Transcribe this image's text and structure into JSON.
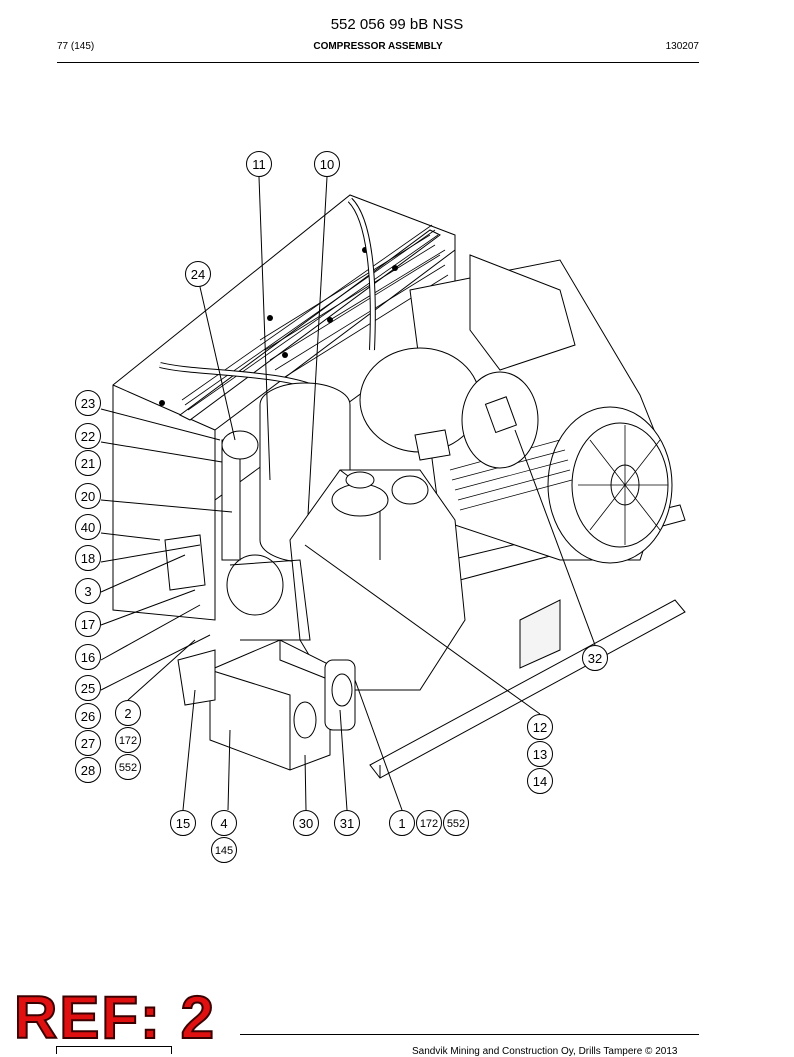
{
  "document": {
    "title": "552 056 99 bB NSS",
    "page": "77 (145)",
    "heading": "COMPRESSOR ASSEMBLY",
    "date": "130207"
  },
  "callouts": [
    {
      "id": "c11",
      "label": "11"
    },
    {
      "id": "c10",
      "label": "10"
    },
    {
      "id": "c24",
      "label": "24"
    },
    {
      "id": "c23",
      "label": "23"
    },
    {
      "id": "c22",
      "label": "22"
    },
    {
      "id": "c21",
      "label": "21"
    },
    {
      "id": "c20",
      "label": "20"
    },
    {
      "id": "c40",
      "label": "40"
    },
    {
      "id": "c18",
      "label": "18"
    },
    {
      "id": "c3",
      "label": "3"
    },
    {
      "id": "c17",
      "label": "17"
    },
    {
      "id": "c16",
      "label": "16"
    },
    {
      "id": "c25",
      "label": "25"
    },
    {
      "id": "c26",
      "label": "26"
    },
    {
      "id": "c2",
      "label": "2"
    },
    {
      "id": "c27",
      "label": "27"
    },
    {
      "id": "c172a",
      "label": "172"
    },
    {
      "id": "c28",
      "label": "28"
    },
    {
      "id": "c552a",
      "label": "552"
    },
    {
      "id": "c32",
      "label": "32"
    },
    {
      "id": "c12",
      "label": "12"
    },
    {
      "id": "c13",
      "label": "13"
    },
    {
      "id": "c14",
      "label": "14"
    },
    {
      "id": "c15",
      "label": "15"
    },
    {
      "id": "c4",
      "label": "4"
    },
    {
      "id": "c145",
      "label": "145"
    },
    {
      "id": "c30",
      "label": "30"
    },
    {
      "id": "c31",
      "label": "31"
    },
    {
      "id": "c1",
      "label": "1"
    },
    {
      "id": "c172b",
      "label": "172"
    },
    {
      "id": "c552b",
      "label": "552"
    }
  ],
  "stamp": {
    "text": "REF: 2",
    "color": "#e01010"
  },
  "footer": {
    "copyright": "Sandvik Mining and Construction Oy, Drills Tampere © 2013"
  }
}
